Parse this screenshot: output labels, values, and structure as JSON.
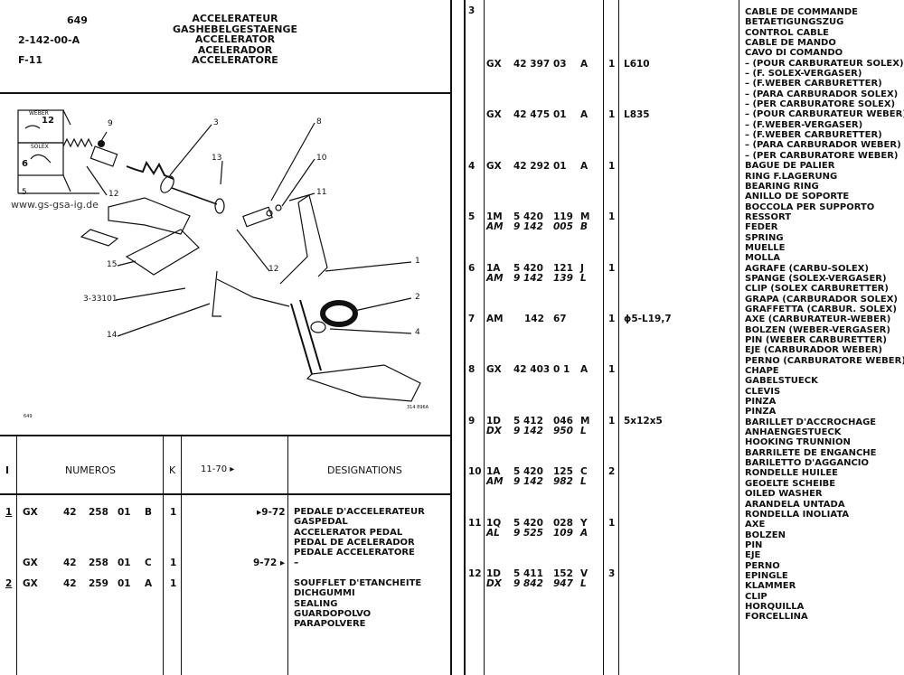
{
  "header": {
    "page_number": "649",
    "ref": "2-142-00-A",
    "section": "F-11",
    "titles": [
      "ACCELERATEUR",
      "GASHEBELGESTAENGE",
      "ACCELERATOR",
      "ACELERADOR",
      "ACCELERATORE"
    ]
  },
  "diagram": {
    "watermark": "www.gs-gsa-ig.de",
    "callouts": [
      "9",
      "3",
      "8",
      "13",
      "10",
      "11",
      "5",
      "12",
      "1",
      "15",
      "12",
      "2",
      "3-33101",
      "4",
      "14"
    ],
    "inset_weber": "WEBER",
    "inset_solex": "SOLEX",
    "inset_marks": [
      "12",
      "6"
    ],
    "small_print_left": "649",
    "small_print_right": "314 896A"
  },
  "table_header": {
    "col_i": "I",
    "col_numeros": "NUMEROS",
    "col_k": "K",
    "col_date": "11-70 ▸",
    "col_designations": "DESIGNATIONS"
  },
  "left_rows": [
    {
      "item": "1",
      "pre": "GX",
      "n1": "42",
      "n2": "258",
      "n3": "01",
      "suf": "B",
      "qty": "1",
      "date": "▸9-72",
      "desc": [
        "PEDALE D'ACCELERATEUR",
        "GASPEDAL",
        "ACCELERATOR PEDAL",
        "PEDAL DE ACELERADOR",
        "PEDALE ACCELERATORE"
      ]
    },
    {
      "item": "",
      "pre": "GX",
      "n1": "42",
      "n2": "258",
      "n3": "01",
      "suf": "C",
      "qty": "1",
      "date": "9-72 ▸",
      "desc": [
        "–"
      ]
    },
    {
      "item": "2",
      "pre": "GX",
      "n1": "42",
      "n2": "259",
      "n3": "01",
      "suf": "A",
      "qty": "1",
      "date": "",
      "desc": [
        "SOUFFLET D'ETANCHEITE",
        "DICHGUMMI",
        "SEALING",
        "GUARDOPOLVO",
        "PARAPOLVERE"
      ]
    }
  ],
  "right_rows": [
    {
      "item": "3",
      "pre": "",
      "alt": "",
      "num": "",
      "alt_num": "",
      "ref": "",
      "alt_ref": "",
      "suf": "",
      "alt_suf": "",
      "qty": "",
      "note": ""
    },
    {
      "item": "",
      "pre": "GX",
      "alt": "",
      "num": "42 397",
      "alt_num": "",
      "ref": "03",
      "alt_ref": "",
      "suf": "A",
      "alt_suf": "",
      "qty": "1",
      "note": "L610"
    },
    {
      "item": "",
      "pre": "GX",
      "alt": "",
      "num": "42 475",
      "alt_num": "",
      "ref": "01",
      "alt_ref": "",
      "suf": "A",
      "alt_suf": "",
      "qty": "1",
      "note": "L835"
    },
    {
      "item": "4",
      "pre": "GX",
      "alt": "",
      "num": "42 292",
      "alt_num": "",
      "ref": "01",
      "alt_ref": "",
      "suf": "A",
      "alt_suf": "",
      "qty": "1",
      "note": ""
    },
    {
      "item": "5",
      "pre": "1M",
      "alt": "AM",
      "num": "5 420",
      "alt_num": "9 142",
      "ref": "119",
      "alt_ref": "005",
      "suf": "M",
      "alt_suf": "B",
      "qty": "1",
      "note": ""
    },
    {
      "item": "6",
      "pre": "1A",
      "alt": "AM",
      "num": "5 420",
      "alt_num": "9 142",
      "ref": "121",
      "alt_ref": "139",
      "suf": "J",
      "alt_suf": "L",
      "qty": "1",
      "note": ""
    },
    {
      "item": "7",
      "pre": "AM",
      "alt": "",
      "num": "142",
      "alt_num": "",
      "ref": "67",
      "alt_ref": "",
      "suf": "",
      "alt_suf": "",
      "qty": "1",
      "note": "ϕ5-L19,7"
    },
    {
      "item": "8",
      "pre": "GX",
      "alt": "",
      "num": "42 403",
      "alt_num": "",
      "ref": "0 1",
      "alt_ref": "",
      "suf": "A",
      "alt_suf": "",
      "qty": "1",
      "note": ""
    },
    {
      "item": "9",
      "pre": "1D",
      "alt": "DX",
      "num": "5 412",
      "alt_num": "9 142",
      "ref": "046",
      "alt_ref": "950",
      "suf": "M",
      "alt_suf": "L",
      "qty": "1",
      "note": "5x12x5"
    },
    {
      "item": "10",
      "pre": "1A",
      "alt": "AM",
      "num": "5 420",
      "alt_num": "9 142",
      "ref": "125",
      "alt_ref": "982",
      "suf": "C",
      "alt_suf": "L",
      "qty": "2",
      "note": ""
    },
    {
      "item": "11",
      "pre": "1Q",
      "alt": "AL",
      "num": "5 420",
      "alt_num": "9 525",
      "ref": "028",
      "alt_ref": "109",
      "suf": "Y",
      "alt_suf": "A",
      "qty": "1",
      "note": ""
    },
    {
      "item": "12",
      "pre": "1D",
      "alt": "DX",
      "num": "5 411",
      "alt_num": "9 842",
      "ref": "152",
      "alt_ref": "947",
      "suf": "V",
      "alt_suf": "L",
      "qty": "3",
      "note": ""
    }
  ],
  "designations_right": [
    "CABLE DE COMMANDE",
    "BETAETIGUNGSZUG",
    "CONTROL CABLE",
    "CABLE DE MANDO",
    "CAVO DI COMANDO",
    "– (POUR CARBURATEUR SOLEX)",
    "– (F. SOLEX-VERGASER)",
    "– (F.WEBER CARBURETTER)",
    "– (PARA CARBURADOR SOLEX)",
    "– (PER CARBURATORE SOLEX)",
    "– (POUR CARBURATEUR WEBER)",
    "– (F.WEBER-VERGASER)",
    "– (F.WEBER CARBURETTER)",
    "– (PARA CARBURADOR WEBER)",
    "– (PER CARBURATORE WEBER)",
    "BAGUE DE PALIER",
    "RING F.LAGERUNG",
    "BEARING RING",
    "ANILLO DE SOPORTE",
    "BOCCOLA PER SUPPORTO",
    "RESSORT",
    "FEDER",
    "SPRING",
    "MUELLE",
    "MOLLA",
    "AGRAFE (CARBU-SOLEX)",
    "SPANGE (SOLEX-VERGASER)",
    "CLIP (SOLEX CARBURETTER)",
    "GRAPA (CARBURADOR SOLEX)",
    "GRAFFETTA (CARBUR. SOLEX)",
    "AXE (CARBURATEUR-WEBER)",
    "BOLZEN (WEBER-VERGASER)",
    "PIN (WEBER CARBURETTER)",
    "EJE (CARBURADOR WEBER)",
    "PERNO (CARBURATORE WEBER)",
    "CHAPE",
    "GABELSTUECK",
    "CLEVIS",
    "PINZA",
    "PINZA",
    "BARILLET D'ACCROCHAGE",
    "ANHAENGESTUECK",
    "HOOKING TRUNNION",
    "BARRILETE DE ENGANCHE",
    "BARILETTO D'AGGANCIO",
    "RONDELLE HUILEE",
    "GEOELTE SCHEIBE",
    "OILED WASHER",
    "ARANDELA UNTADA",
    "RONDELLA INOLIATA",
    "AXE",
    "BOLZEN",
    "PIN",
    "EJE",
    "PERNO",
    "EPINGLE",
    "KLAMMER",
    "CLIP",
    "HORQUILLA",
    "FORCELLINA"
  ]
}
